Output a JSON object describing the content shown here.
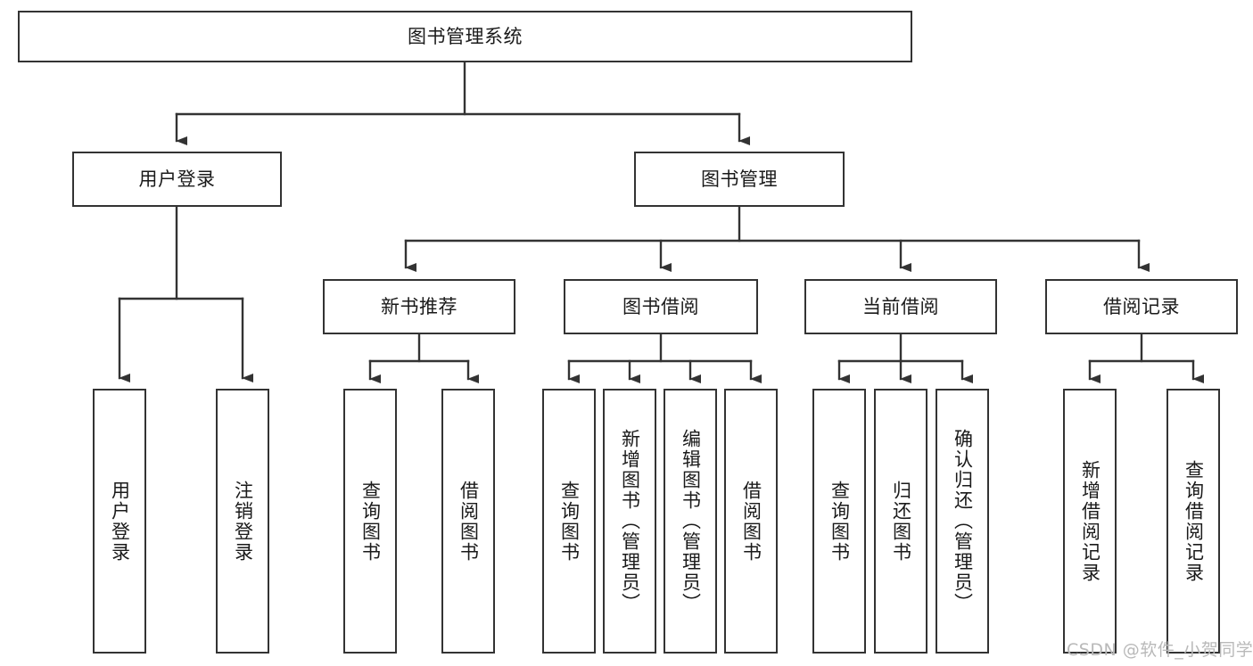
{
  "diagram": {
    "title": "图书管理系统",
    "type": "tree-hierarchy-diagram",
    "orientation": "top-down",
    "colors": {
      "box_border": "#333333",
      "box_fill": "#ffffff",
      "edge": "#333333",
      "text": "#1a1a1a",
      "watermark": "#b9b9b9",
      "background": "#ffffff"
    },
    "root": {
      "label": "图书管理系统"
    },
    "level2": [
      {
        "label": "用户登录"
      },
      {
        "label": "图书管理"
      }
    ],
    "level3": [
      {
        "label": "新书推荐"
      },
      {
        "label": "图书借阅"
      },
      {
        "label": "当前借阅"
      },
      {
        "label": "借阅记录"
      }
    ],
    "leaves": {
      "user_login": [
        {
          "label": "用户登录"
        },
        {
          "label": "注销登录"
        }
      ],
      "new_book_recommend": [
        {
          "label": "查询图书"
        },
        {
          "label": "借阅图书"
        }
      ],
      "book_borrow": [
        {
          "label": "查询图书"
        },
        {
          "label": "新增图书（管理员）"
        },
        {
          "label": "编辑图书（管理员）"
        },
        {
          "label": "借阅图书"
        }
      ],
      "current_borrow": [
        {
          "label": "查询图书"
        },
        {
          "label": "归还图书"
        },
        {
          "label": "确认归还（管理员）"
        }
      ],
      "borrow_record": [
        {
          "label": "新增借阅记录"
        },
        {
          "label": "查询借阅记录"
        }
      ]
    }
  },
  "watermark": {
    "text": "CSDN @软件_小贺同学"
  }
}
